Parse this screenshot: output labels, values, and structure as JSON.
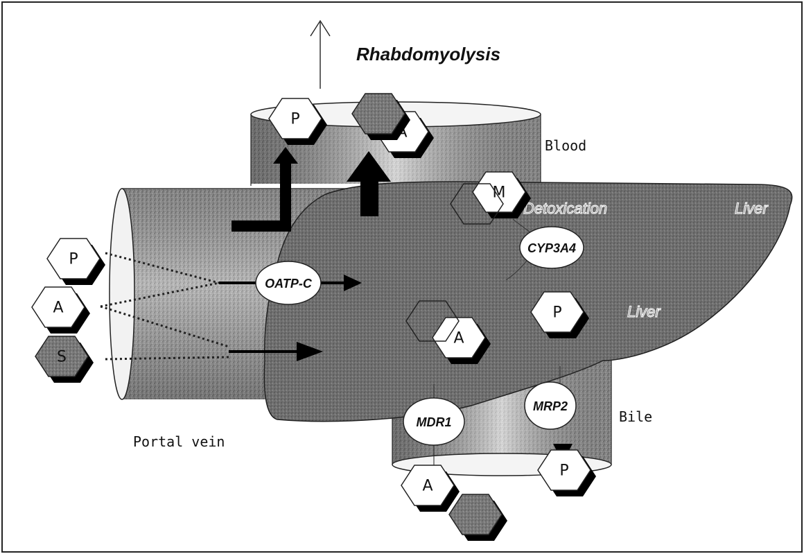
{
  "labels": {
    "rhabdomyolysis": "Rhabdomyolysis",
    "blood": "Blood",
    "portal_vein": "Portal vein",
    "bile": "Bile",
    "detoxication": "Detoxication",
    "liver": "Liver",
    "inner_liver": "Liver"
  },
  "transporters": {
    "oatp": "OATP-C",
    "cyp": "CYP3A4",
    "mdr1": "MDR1",
    "mrp2": "MRP2"
  },
  "molecules": {
    "p": "P",
    "a": "A",
    "s": "S",
    "m": "M"
  },
  "colors": {
    "border": "#222222",
    "vessel_gray": "#9a9a9a",
    "liver_gray": "#7f7f7f",
    "shadow": "#000000",
    "hex_fill": "#ffffff",
    "hex_dark": "#8a8a8a"
  }
}
